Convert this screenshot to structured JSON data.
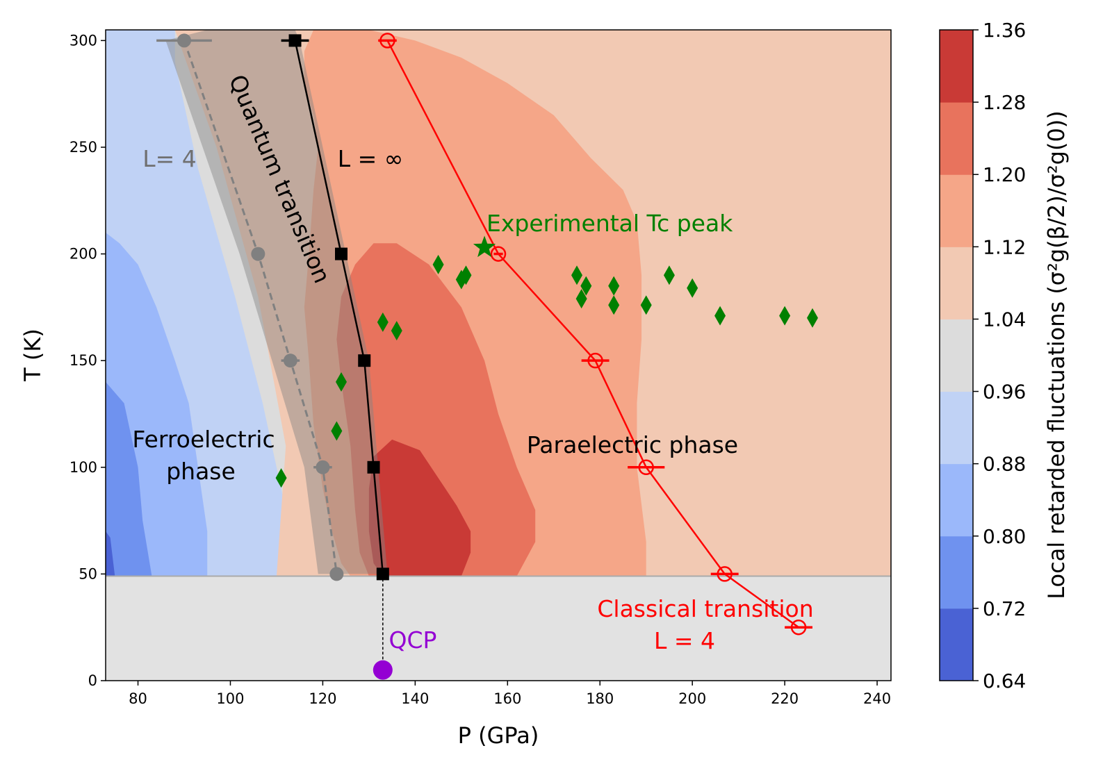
{
  "chart_data": {
    "type": "scatter",
    "xlabel": "P (GPa)",
    "ylabel": "T (K)",
    "xlim": [
      73,
      243
    ],
    "ylim": [
      0,
      305
    ],
    "x_ticks": [
      80,
      100,
      120,
      140,
      160,
      180,
      200,
      220,
      240
    ],
    "y_ticks": [
      0,
      50,
      100,
      150,
      200,
      250,
      300
    ],
    "grid": false,
    "colorbar": {
      "label": "Local retarded fluctuations (σ²g(β/2)/σ²g(0))",
      "ticks": [
        "0.64",
        "0.72",
        "0.80",
        "0.88",
        "0.96",
        "1.04",
        "1.12",
        "1.20",
        "1.28",
        "1.36"
      ],
      "colors": [
        "#4a62d4",
        "#6f92ef",
        "#9bb8fa",
        "#c0d2f5",
        "#dcdcdc",
        "#f2c9b3",
        "#f5a688",
        "#e8735d",
        "#c93a36"
      ]
    },
    "contour_bands": [
      {
        "level": "0.64-0.72",
        "color": "#4a62d4",
        "boundary": [
          [
            73,
            49
          ],
          [
            75,
            49
          ],
          [
            74,
            67
          ],
          [
            73,
            70
          ]
        ]
      },
      {
        "level": "0.72-0.80",
        "color": "#6f92ef",
        "boundary": [
          [
            73,
            49
          ],
          [
            83,
            49
          ],
          [
            81,
            75
          ],
          [
            80,
            100
          ],
          [
            77,
            130
          ],
          [
            73,
            140
          ]
        ]
      },
      {
        "level": "0.80-0.88",
        "color": "#9bb8fa",
        "boundary": [
          [
            73,
            49
          ],
          [
            95,
            49
          ],
          [
            95,
            70
          ],
          [
            93,
            100
          ],
          [
            91,
            130
          ],
          [
            88,
            150
          ],
          [
            84,
            175
          ],
          [
            80,
            195
          ],
          [
            76,
            205
          ],
          [
            73,
            210
          ]
        ]
      },
      {
        "level": "0.88-0.96",
        "color": "#c0d2f5",
        "boundary": [
          [
            73,
            49
          ],
          [
            117,
            49
          ],
          [
            113,
            70
          ],
          [
            110,
            100
          ],
          [
            107,
            130
          ],
          [
            104,
            155
          ],
          [
            101,
            180
          ],
          [
            97,
            210
          ],
          [
            93,
            240
          ],
          [
            90,
            270
          ],
          [
            88,
            290
          ],
          [
            88,
            305
          ],
          [
            73,
            305
          ]
        ]
      },
      {
        "level": "0.96-1.04",
        "color": "#dcdcdc",
        "boundary": [
          [
            73,
            49
          ],
          [
            243,
            49
          ],
          [
            243,
            305
          ],
          [
            73,
            305
          ]
        ]
      },
      {
        "level": "1.04-1.12",
        "color": "#f2c9b3",
        "boundary": [
          [
            110,
            49
          ],
          [
            243,
            49
          ],
          [
            243,
            305
          ],
          [
            88,
            305
          ],
          [
            97,
            250
          ],
          [
            106,
            180
          ],
          [
            112,
            110
          ]
        ]
      },
      {
        "level": "1.12-1.20",
        "color": "#f5a688",
        "boundary": [
          [
            126,
            49
          ],
          [
            190,
            49
          ],
          [
            190,
            65
          ],
          [
            188,
            100
          ],
          [
            188,
            130
          ],
          [
            189,
            160
          ],
          [
            189,
            190
          ],
          [
            188,
            215
          ],
          [
            185,
            230
          ],
          [
            178,
            245
          ],
          [
            170,
            265
          ],
          [
            160,
            280
          ],
          [
            150,
            292
          ],
          [
            140,
            300
          ],
          [
            130,
            305
          ],
          [
            118,
            305
          ],
          [
            116,
            295
          ],
          [
            116,
            280
          ],
          [
            118,
            265
          ],
          [
            119,
            250
          ],
          [
            118,
            230
          ],
          [
            117,
            200
          ],
          [
            116,
            175
          ],
          [
            117,
            150
          ],
          [
            118,
            120
          ],
          [
            120,
            90
          ],
          [
            122,
            70
          ],
          [
            124,
            55
          ]
        ]
      },
      {
        "level": "1.20-1.28",
        "color": "#e8735d",
        "boundary": [
          [
            130,
            49
          ],
          [
            162,
            49
          ],
          [
            166,
            65
          ],
          [
            166,
            80
          ],
          [
            162,
            100
          ],
          [
            158,
            125
          ],
          [
            155,
            150
          ],
          [
            150,
            175
          ],
          [
            143,
            195
          ],
          [
            136,
            205
          ],
          [
            131,
            205
          ],
          [
            127,
            195
          ],
          [
            124,
            180
          ],
          [
            123,
            160
          ],
          [
            124,
            140
          ],
          [
            126,
            110
          ],
          [
            127,
            80
          ],
          [
            128,
            60
          ]
        ]
      },
      {
        "level": "1.28-1.36",
        "color": "#c93a36",
        "boundary": [
          [
            133,
            49
          ],
          [
            150,
            49
          ],
          [
            152,
            60
          ],
          [
            152,
            70
          ],
          [
            149,
            82
          ],
          [
            145,
            95
          ],
          [
            141,
            108
          ],
          [
            135,
            113
          ],
          [
            131,
            105
          ],
          [
            130,
            90
          ],
          [
            130,
            70
          ],
          [
            131,
            55
          ]
        ]
      }
    ],
    "series": [
      {
        "name": "L = 4",
        "kind": "quantum-transition-L4",
        "color": "#808080",
        "points": [
          {
            "x": 90,
            "y": 300,
            "xerr": 6
          },
          {
            "x": 106,
            "y": 200,
            "xerr": 1
          },
          {
            "x": 113,
            "y": 150,
            "xerr": 2
          },
          {
            "x": 120,
            "y": 100,
            "xerr": 2
          },
          {
            "x": 123,
            "y": 50,
            "xerr": 1
          }
        ]
      },
      {
        "name": "L = ∞",
        "kind": "quantum-transition-Linf",
        "color": "#000000",
        "points": [
          {
            "x": 114,
            "y": 300,
            "xerr": 3
          },
          {
            "x": 124,
            "y": 200,
            "xerr": 1
          },
          {
            "x": 129,
            "y": 150,
            "xerr": 1
          },
          {
            "x": 131,
            "y": 100,
            "xerr": 1
          },
          {
            "x": 133,
            "y": 50,
            "xerr": 1
          }
        ]
      },
      {
        "name": "Classical transition L = 4",
        "kind": "classical-transition",
        "color": "#ff0000",
        "points": [
          {
            "x": 134,
            "y": 300,
            "xerr": 2
          },
          {
            "x": 158,
            "y": 200,
            "xerr": 1
          },
          {
            "x": 179,
            "y": 150,
            "xerr": 3
          },
          {
            "x": 190,
            "y": 100,
            "xerr": 4
          },
          {
            "x": 207,
            "y": 50,
            "xerr": 3
          },
          {
            "x": 223,
            "y": 25,
            "xerr": 3
          }
        ]
      },
      {
        "name": "Experimental Tc",
        "kind": "experimental",
        "color": "#008000",
        "points": [
          {
            "x": 111,
            "y": 95
          },
          {
            "x": 123,
            "y": 117
          },
          {
            "x": 124,
            "y": 140
          },
          {
            "x": 133,
            "y": 168
          },
          {
            "x": 136,
            "y": 164
          },
          {
            "x": 145,
            "y": 195
          },
          {
            "x": 150,
            "y": 188
          },
          {
            "x": 151,
            "y": 190
          },
          {
            "x": 175,
            "y": 190
          },
          {
            "x": 177,
            "y": 185
          },
          {
            "x": 176,
            "y": 179
          },
          {
            "x": 183,
            "y": 185
          },
          {
            "x": 183,
            "y": 176
          },
          {
            "x": 190,
            "y": 176
          },
          {
            "x": 195,
            "y": 190
          },
          {
            "x": 200,
            "y": 184
          },
          {
            "x": 206,
            "y": 171
          },
          {
            "x": 220,
            "y": 171
          },
          {
            "x": 226,
            "y": 170
          }
        ]
      },
      {
        "name": "Experimental Tc peak",
        "kind": "experimental-peak",
        "color": "#008000",
        "points": [
          {
            "x": 155,
            "y": 203
          }
        ]
      },
      {
        "name": "QCP",
        "kind": "qcp",
        "color": "#9400d3",
        "points": [
          {
            "x": 133,
            "y": 5
          }
        ]
      }
    ],
    "classical_region_below_K": 49,
    "annotations": {
      "quantum_transition": "Quantum transition",
      "l4_label": "L= 4",
      "linf_label": "L = ∞",
      "experimental_peak": "Experimental Tc peak",
      "ferro_line1": "Ferroelectric",
      "ferro_line2": "phase",
      "para": "Paraelectric phase",
      "classical_line1": "Classical transition",
      "classical_line2": "L = 4",
      "qcp": "QCP"
    }
  }
}
